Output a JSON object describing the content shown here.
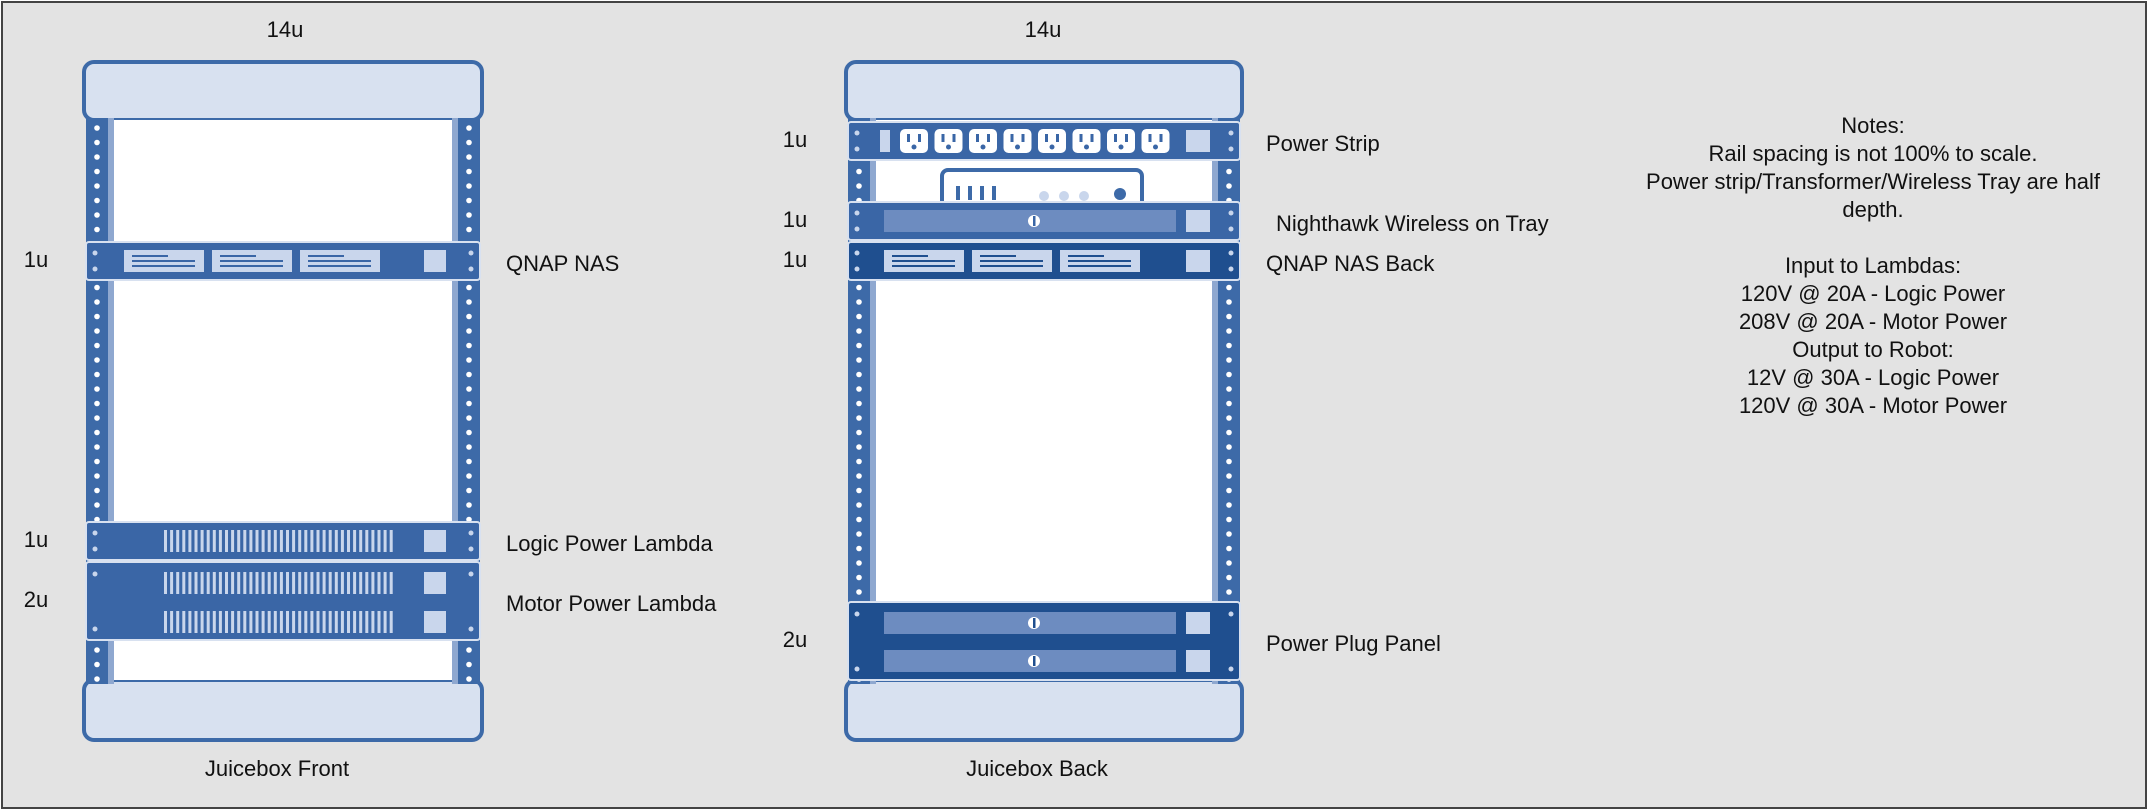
{
  "colors": {
    "background": "#e3e3e3",
    "frame_border": "#444444",
    "rack_blue": "#3d6aa8",
    "rack_dark": "#2d5a98",
    "rack_light": "#d8e1f0",
    "unit_blue": "#3a66a6",
    "unit_dark": "#1f4f8f",
    "slot_light": "#c9d6ec",
    "white": "#ffffff"
  },
  "racks": [
    {
      "id": "front",
      "height_label": "14u",
      "caption": "Juicebox Front",
      "devices": [
        {
          "u_label": "1u",
          "name": "QNAP NAS",
          "icon": "nas-unit-icon"
        },
        {
          "u_label": "1u",
          "name": "Logic Power Lambda",
          "icon": "power-supply-icon"
        },
        {
          "u_label": "2u",
          "name": "Motor Power Lambda",
          "icon": "power-supply-icon"
        }
      ]
    },
    {
      "id": "back",
      "height_label": "14u",
      "caption": "Juicebox Back",
      "devices": [
        {
          "u_label": "1u",
          "name": "Power Strip",
          "icon": "power-strip-icon"
        },
        {
          "u_label": "1u",
          "name": "Nighthawk Wireless on Tray",
          "icon": "tray-icon"
        },
        {
          "u_label": "1u",
          "name": "QNAP NAS Back",
          "icon": "nas-unit-icon"
        },
        {
          "u_label": "2u",
          "name": "Power Plug Panel",
          "icon": "plug-panel-icon"
        }
      ]
    }
  ],
  "notes": [
    "Notes:",
    "Rail spacing is not 100% to scale.",
    "Power strip/Transformer/Wireless Tray are half",
    "depth.",
    "",
    "Input to Lambdas:",
    "120V @ 20A - Logic Power",
    "208V @ 20A - Motor Power",
    "Output to Robot:",
    "12V @ 30A - Logic Power",
    "120V @ 30A - Motor Power"
  ]
}
